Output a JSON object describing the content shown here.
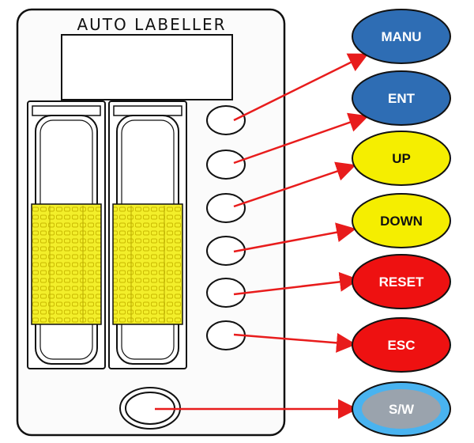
{
  "panel": {
    "title": "AUTO LABELLER"
  },
  "buttons": [
    {
      "id": "manu",
      "label": "MANU",
      "color": "#2e6db4",
      "text_color": "#ffffff"
    },
    {
      "id": "ent",
      "label": "ENT",
      "color": "#2e6db4",
      "text_color": "#ffffff"
    },
    {
      "id": "up",
      "label": "UP",
      "color": "#f5ee00",
      "text_color": "#111111"
    },
    {
      "id": "down",
      "label": "DOWN",
      "color": "#f5ee00",
      "text_color": "#111111"
    },
    {
      "id": "reset",
      "label": "RESET",
      "color": "#ee1111",
      "text_color": "#ffffff"
    },
    {
      "id": "esc",
      "label": "ESC",
      "color": "#ee1111",
      "text_color": "#ffffff"
    },
    {
      "id": "sw",
      "label": "S/W",
      "color": "#9aa3ad",
      "ring_color": "#49b3f0",
      "text_color": "#ffffff"
    }
  ],
  "colors": {
    "arrow": "#e81c1c",
    "panel_fill": "#fbfbfb",
    "led_yellow": "#f3ef2a"
  }
}
